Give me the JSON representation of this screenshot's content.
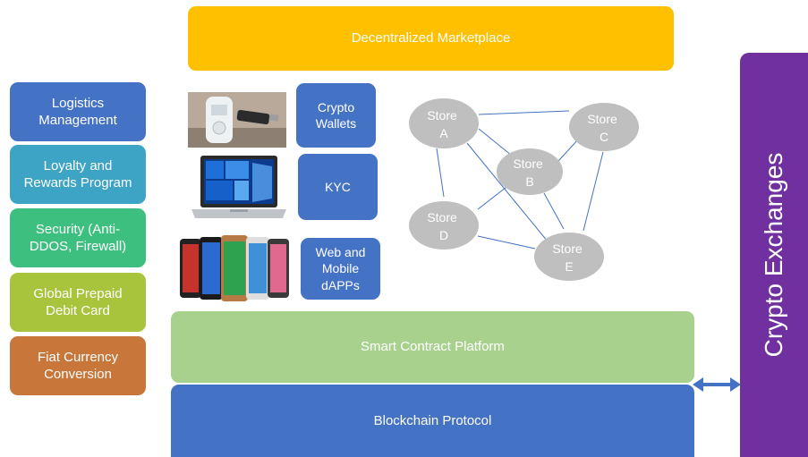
{
  "top_bar": {
    "label": "Decentralized Marketplace",
    "color": "#ffc000"
  },
  "left_services": [
    {
      "label": "Logistics Management",
      "color": "#4472c4"
    },
    {
      "label": "Loyalty and Rewards Program",
      "color": "#3da4c6"
    },
    {
      "label": "Security (Anti-DDOS, Firewall)",
      "color": "#3dbf7f"
    },
    {
      "label": "Global Prepaid Debit Card",
      "color": "#a8c43d"
    },
    {
      "label": "Fiat Currency Conversion",
      "color": "#c8763a"
    }
  ],
  "middle_boxes": [
    {
      "label": "Crypto Wallets",
      "device": "hardware-wallet-icon"
    },
    {
      "label": "KYC",
      "device": "laptop-icon"
    },
    {
      "label": "Web and Mobile dAPPs",
      "device": "smartphones-icon"
    }
  ],
  "stores": [
    {
      "label": "Store A"
    },
    {
      "label": "Store B"
    },
    {
      "label": "Store C"
    },
    {
      "label": "Store D"
    },
    {
      "label": "Store E"
    }
  ],
  "smart_contract": {
    "label": "Smart Contract Platform",
    "color": "#a9d18e"
  },
  "blockchain": {
    "label": "Blockchain Protocol",
    "color": "#4472c4"
  },
  "exchanges": {
    "label": "Crypto Exchanges",
    "color": "#7030a0"
  },
  "colors": {
    "node": "#bfbfbf",
    "edge": "#4472c4",
    "mid_box": "#4472c4"
  }
}
